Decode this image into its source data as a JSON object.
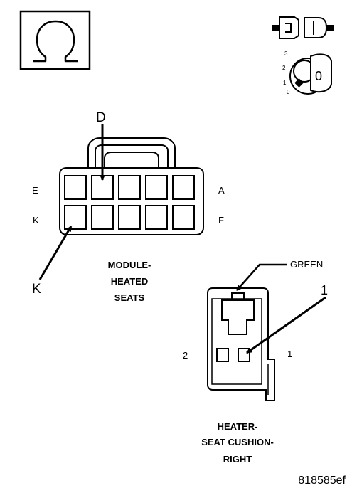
{
  "icons": {
    "ohmmeter": "ohm-symbol-icon",
    "disconnect": "connector-disconnect-icon",
    "ignition": "ignition-key-off-icon"
  },
  "ignition_switch": {
    "positions": [
      "3",
      "2",
      "1",
      "0"
    ],
    "key_label": "0"
  },
  "module_connector": {
    "pin_top_label": "D",
    "row1_left": "E",
    "row1_right": "A",
    "row2_left": "K",
    "row2_right": "F",
    "pin_bottom_label": "K",
    "caption": [
      "MODULE-",
      "HEATED",
      "SEATS"
    ]
  },
  "heater_connector": {
    "color_label": "GREEN",
    "pin_callout": "1",
    "left_label": "2",
    "right_label": "1",
    "caption": [
      "HEATER-",
      "SEAT CUSHION-",
      "RIGHT"
    ]
  },
  "figure_id": "818585ef"
}
